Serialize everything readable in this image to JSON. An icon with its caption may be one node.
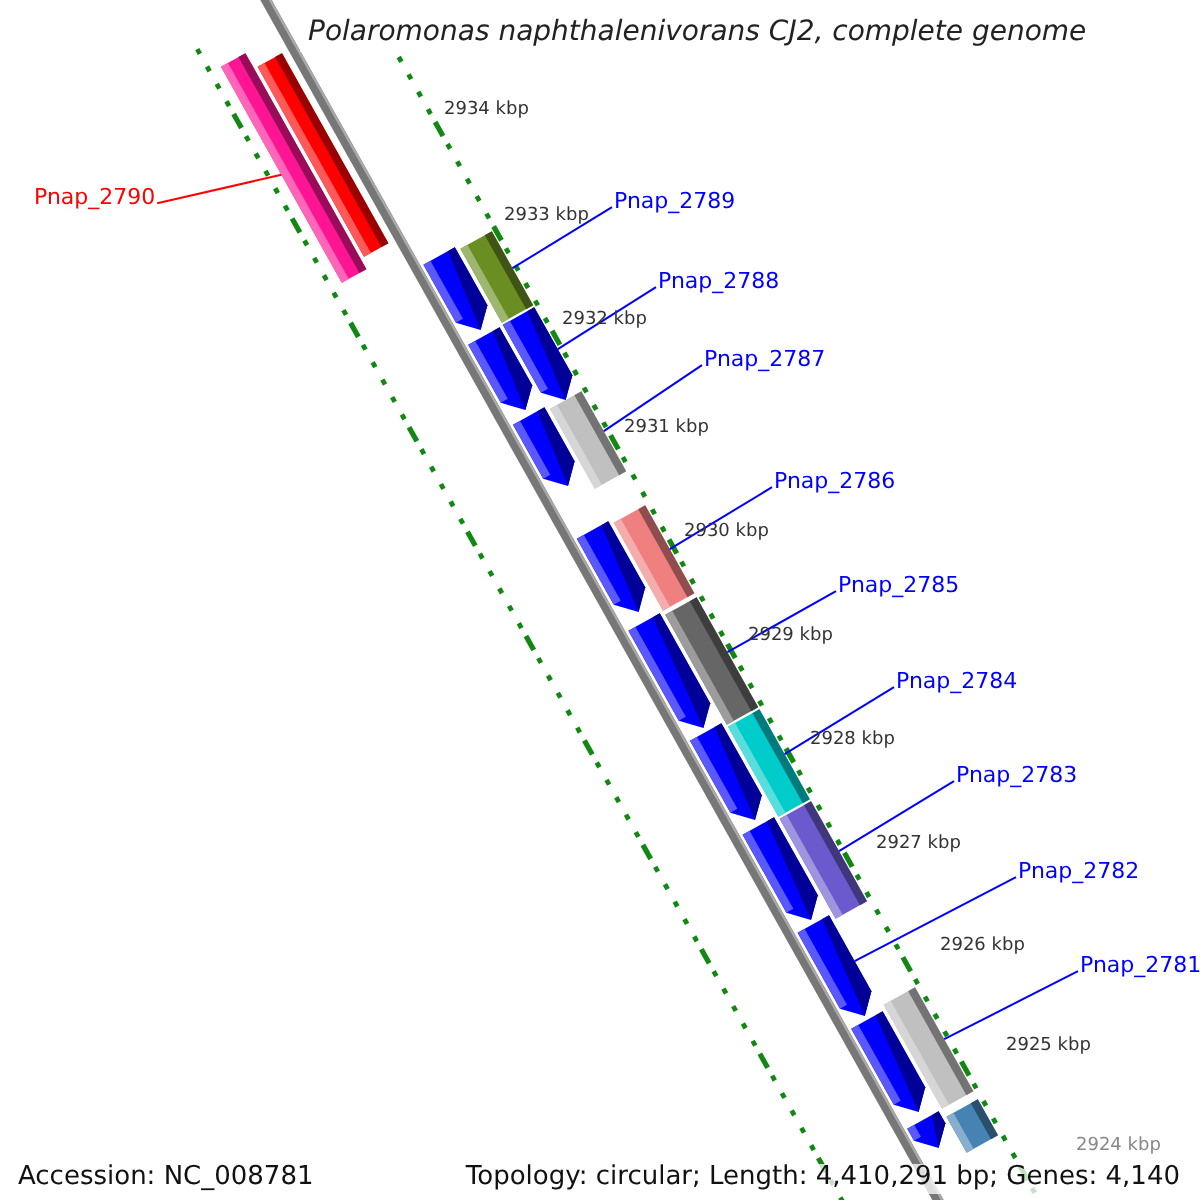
{
  "diagram": {
    "title": "Polaromonas naphthalenivorans CJ2, complete genome",
    "nodes": [
      {
        "text": [
          "Pnap_2790"
        ]
      },
      {
        "text": [],
        "shape": "bar"
      },
      {
        "text": [
          "Pnap_2789"
        ]
      },
      {
        "text": [],
        "shape": "bar"
      },
      {
        "text": [
          "Pnap_2788"
        ]
      },
      {
        "text": [],
        "shape": "arrow"
      },
      {
        "text": [
          "Pnap_2787"
        ]
      },
      {
        "text": [],
        "shape": "bar"
      },
      {
        "text": [
          "Pnap_2786"
        ]
      },
      {
        "text": [],
        "shape": "bar"
      },
      {
        "text": [
          "Pnap_2785"
        ]
      },
      {
        "text": [],
        "shape": "bar"
      },
      {
        "text": [
          "Pnap_2784"
        ]
      },
      {
        "text": [],
        "shape": "bar"
      },
      {
        "text": [
          "Pnap_2783"
        ]
      },
      {
        "text": [],
        "shape": "bar"
      },
      {
        "text": [
          "Pnap_2782"
        ]
      },
      {
        "text": [],
        "shape": "arrow"
      },
      {
        "text": [
          "Pnap_2781"
        ]
      },
      {
        "text": [],
        "shape": "bar"
      },
      {
        "text": [],
        "shape": "bar"
      },
      {
        "text": [],
        "shape": "arrow"
      },
      {
        "text": [],
        "shape": "arrow"
      },
      {
        "text": [],
        "shape": "arrow"
      },
      {
        "text": [],
        "shape": "arrow"
      },
      {
        "text": [],
        "shape": "arrow"
      },
      {
        "text": [],
        "shape": "arrow"
      },
      {
        "text": [],
        "shape": "arrow"
      },
      {
        "text": [],
        "shape": "arrow"
      },
      {
        "text": [],
        "shape": "arrow"
      },
      {
        "text": [],
        "shape": "bar"
      }
    ],
    "edges": [
      {
        "from": 0,
        "to": 1,
        "arrow": "none",
        "color": "#ff0000"
      },
      {
        "from": 2,
        "to": 3,
        "arrow": "none"
      },
      {
        "from": 4,
        "to": 5,
        "arrow": "none"
      },
      {
        "from": 6,
        "to": 7,
        "arrow": "none"
      },
      {
        "from": 8,
        "to": 9,
        "arrow": "none"
      },
      {
        "from": 10,
        "to": 11,
        "arrow": "none"
      },
      {
        "from": 12,
        "to": 13,
        "arrow": "none"
      },
      {
        "from": 14,
        "to": 15,
        "arrow": "none"
      },
      {
        "from": 16,
        "to": 17,
        "arrow": "none"
      },
      {
        "from": 18,
        "to": 19,
        "arrow": "none"
      }
    ],
    "labels": [
      "2934 kbp",
      "2933 kbp",
      "2932 kbp",
      "2931 kbp",
      "2930 kbp",
      "2929 kbp",
      "2928 kbp",
      "2927 kbp",
      "2926 kbp",
      "2925 kbp",
      "2924 kbp",
      "Accession: NC_008781",
      "Topology: circular; Length: 4,410,291 bp; Genes: 4,140"
    ]
  }
}
